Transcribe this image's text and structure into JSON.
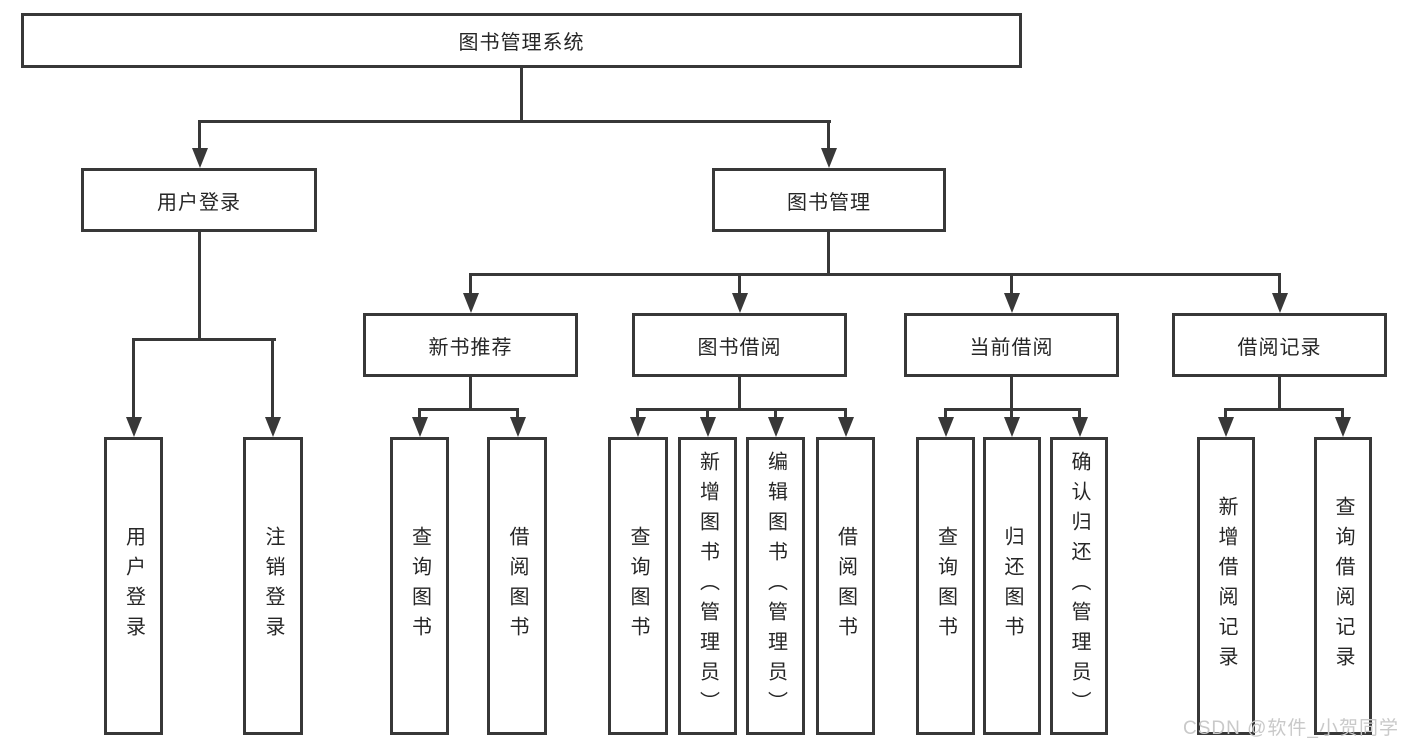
{
  "nodes": {
    "root": "图书管理系统",
    "level1": {
      "user_login": "用户登录",
      "book_management": "图书管理"
    },
    "level2": {
      "new_book_recommend": "新书推荐",
      "book_borrow": "图书借阅",
      "current_borrow": "当前借阅",
      "borrow_record": "借阅记录"
    },
    "leaves": {
      "user_login": "用户登录",
      "logout": "注销登录",
      "nb_query_book": "查询图书",
      "nb_borrow_book": "借阅图书",
      "bb_query_book": "查询图书",
      "bb_add_book": "新增图书（管理员）",
      "bb_edit_book": "编辑图书（管理员）",
      "bb_borrow_book": "借阅图书",
      "cb_query_book": "查询图书",
      "cb_return_book": "归还图书",
      "cb_confirm_return": "确认归还（管理员）",
      "br_add_record": "新增借阅记录",
      "br_query_record": "查询借阅记录"
    }
  },
  "watermark": "CSDN @软件_小贺同学",
  "colors": {
    "line": "#383838",
    "text": "#262626",
    "watermark": "#c9c9c9",
    "background": "#ffffff"
  }
}
